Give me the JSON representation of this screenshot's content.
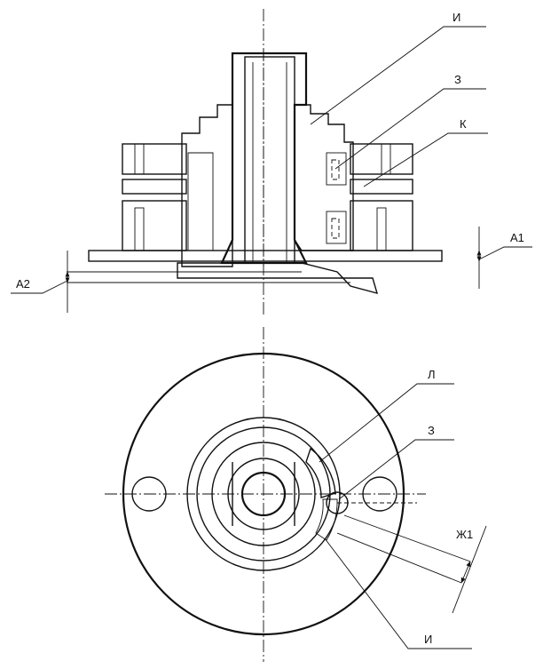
{
  "labels": {
    "i_top": "И",
    "z_top": "З",
    "k_top": "К",
    "a1": "А1",
    "a2": "А2",
    "l_bottom": "Л",
    "z_bottom": "З",
    "zh1": "Ж1",
    "i_bottom": "И"
  }
}
